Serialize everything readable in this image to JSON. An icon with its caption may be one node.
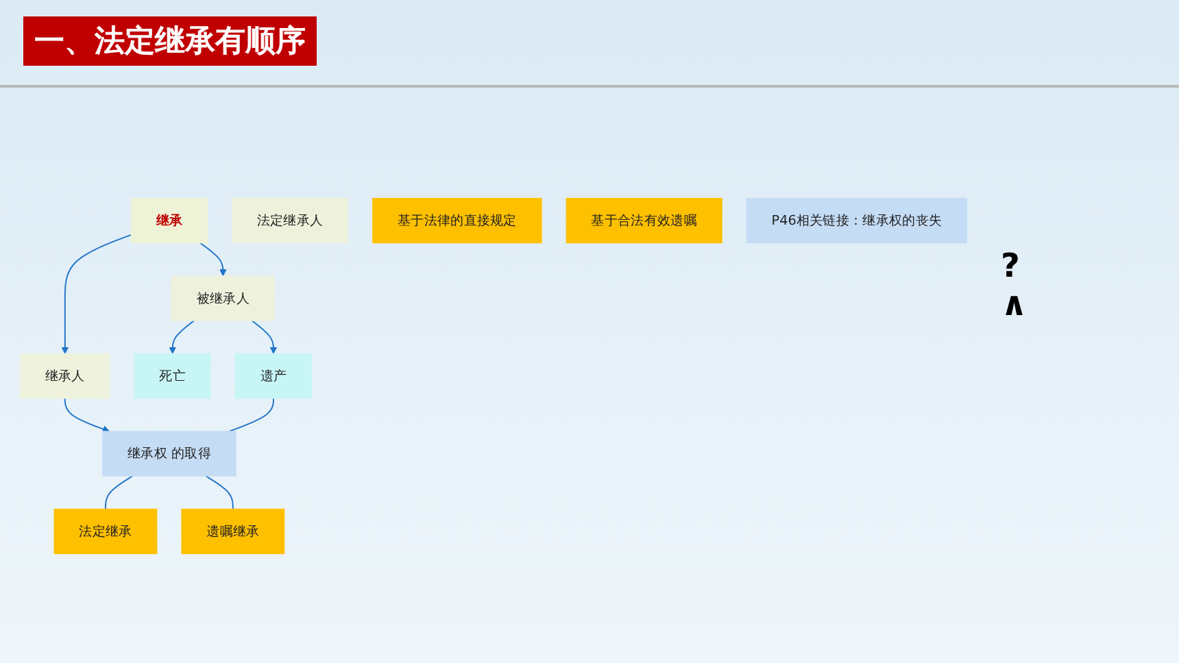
{
  "diagram": {
    "title": "一、法定继承有顺序",
    "nodes": [
      {
        "text": [
          "继承"
        ]
      },
      {
        "text": [
          "被继承人"
        ]
      },
      {
        "text": [
          "继承人"
        ]
      },
      {
        "text": [
          "法定继承人"
        ]
      },
      {
        "text": [
          "死亡"
        ]
      },
      {
        "text": [
          "遗产"
        ]
      },
      {
        "text": [
          "继承权 的取得"
        ]
      },
      {
        "text": [
          "法定继承"
        ]
      },
      {
        "text": [
          "遗嘱继承"
        ]
      },
      {
        "text": [
          "基于法律的直接规定"
        ]
      },
      {
        "text": [
          "基于合法有效遗嘱"
        ]
      },
      {
        "text": [
          "P46相关链接：继承权的丧失"
        ]
      }
    ],
    "edges": [
      {
        "from": 0,
        "to": 1,
        "arrow": "to"
      },
      {
        "from": 0,
        "to": 2,
        "arrow": "to"
      },
      {
        "from": 1,
        "to": 4,
        "arrow": "to"
      },
      {
        "from": 1,
        "to": 5,
        "arrow": "to"
      },
      {
        "from": 2,
        "to": 6,
        "arrow": "to"
      },
      {
        "from": 5,
        "to": 6,
        "arrow": "none"
      },
      {
        "from": 6,
        "to": 7,
        "arrow": "none"
      },
      {
        "from": 6,
        "to": 8,
        "arrow": "none"
      }
    ],
    "labels": [
      "?",
      "∧"
    ]
  }
}
